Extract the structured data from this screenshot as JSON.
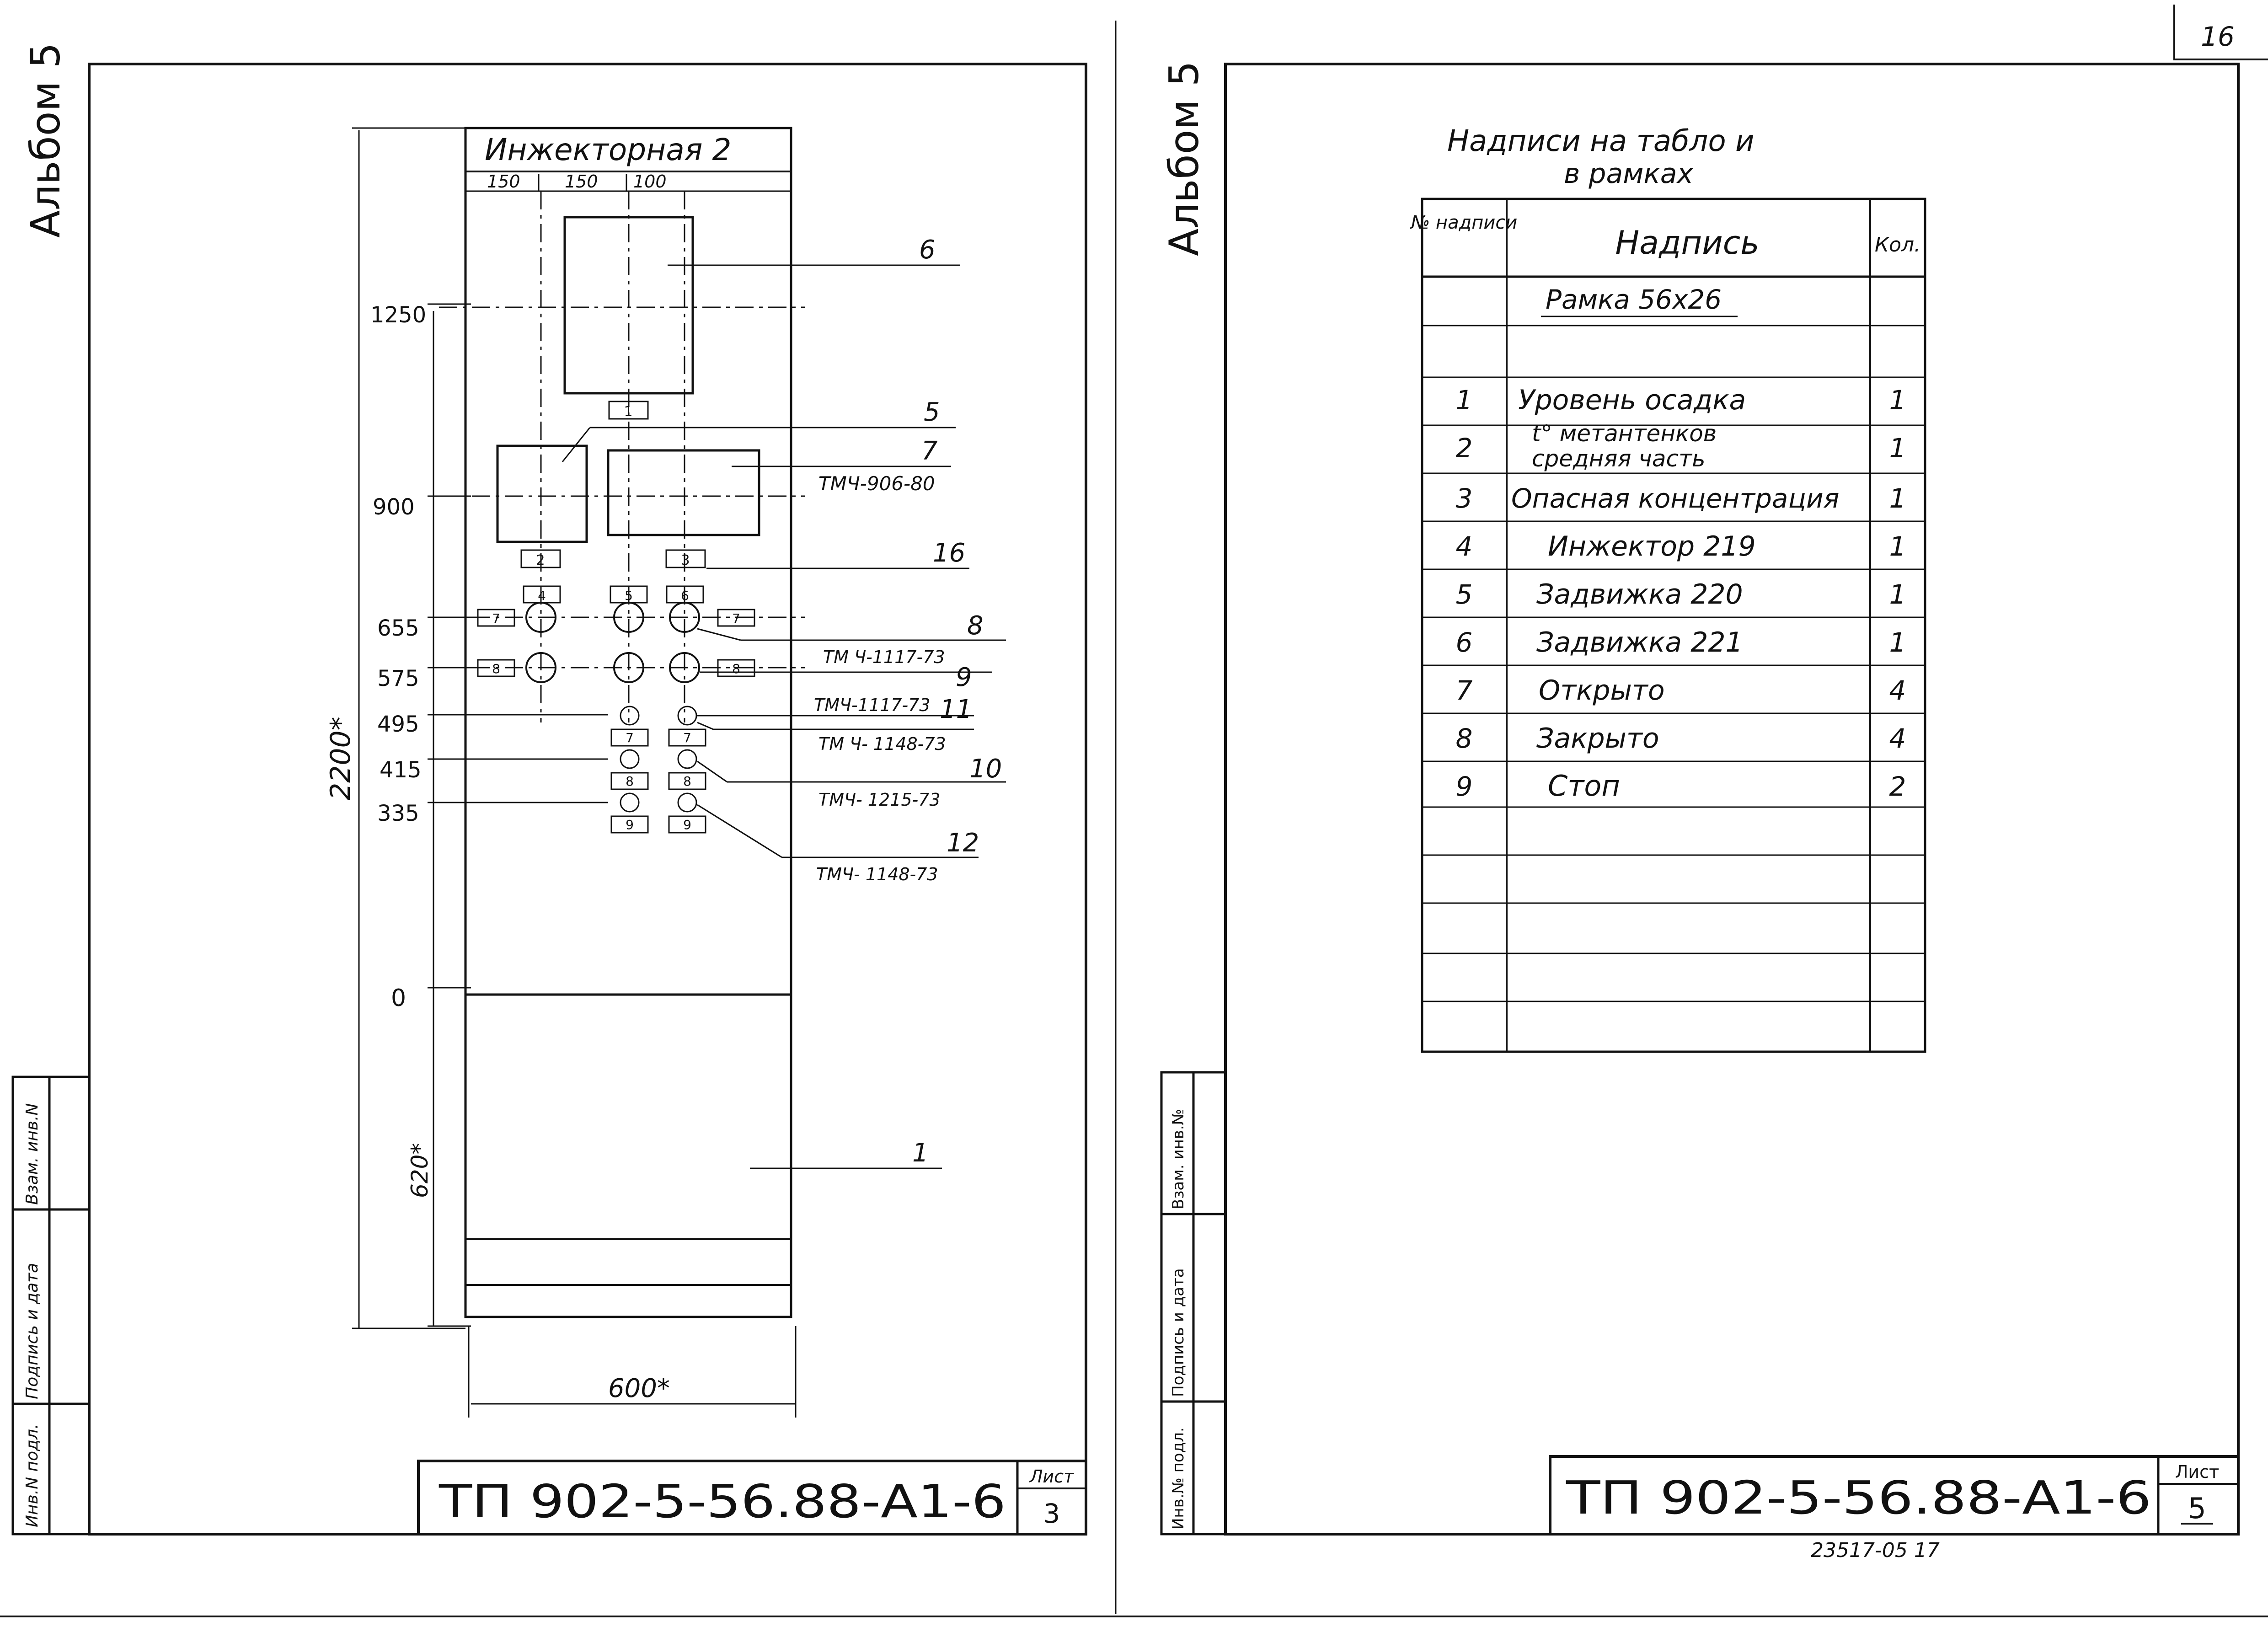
{
  "page_number": "16",
  "left_sheet": {
    "album": "Альбом 5",
    "panel": {
      "title": "Инжекторная 2",
      "top_dims": [
        "150",
        "150",
        "100"
      ],
      "height_dims": [
        "1250",
        "900",
        "655",
        "575",
        "495",
        "415",
        "335",
        "0"
      ],
      "total_height": "2200*",
      "base_height": "620*",
      "width": "600*"
    },
    "frame_tags": {
      "t1": "1",
      "t2": "2",
      "t3": "3",
      "t4": "4",
      "t5": "5",
      "t6": "6",
      "t7": "7",
      "t8": "8",
      "t9": "9"
    },
    "callouts": {
      "c6": "6",
      "c5": "5",
      "c7": "7",
      "code7": "ТМЧ-906-80",
      "c16": "16",
      "c8": "8",
      "code8": "ТМ Ч-1117-73",
      "c9": "9",
      "code9": "ТМЧ-1117-73",
      "c11": "11",
      "code11": "ТМ Ч- 1148-73",
      "c10": "10",
      "code10": "ТМЧ- 1215-73",
      "c12": "12",
      "code12": "ТМЧ- 1148-73",
      "c1": "1"
    },
    "side_stamp": {
      "inv_orig": "Инв.N подл.",
      "sign_date": "Подпись и дата",
      "vzam": "Взам. инв.N"
    },
    "doc_code": "ТП 902-5-56.88-А1-6",
    "sheet_label": "Лист",
    "sheet_no": "3"
  },
  "right_sheet": {
    "album": "Альбом 5",
    "heading_1": "Надписи на табло и",
    "heading_2": "в рамках",
    "table": {
      "headers": {
        "num": "№ надписи",
        "text": "Надпись",
        "qty": "Кол."
      },
      "frame_row": "Рамка 56х26",
      "rows": [
        {
          "n": "1",
          "t": "Уровень осадка",
          "q": "1"
        },
        {
          "n": "2",
          "t": "t° метантенков",
          "t2": "средняя часть",
          "q": "1"
        },
        {
          "n": "3",
          "t": "Опасная концентрация",
          "q": "1"
        },
        {
          "n": "4",
          "t": "Инжектор 219",
          "q": "1"
        },
        {
          "n": "5",
          "t": "Задвижка 220",
          "q": "1"
        },
        {
          "n": "6",
          "t": "Задвижка 221",
          "q": "1"
        },
        {
          "n": "7",
          "t": "Открыто",
          "q": "4"
        },
        {
          "n": "8",
          "t": "Закрыто",
          "q": "4"
        },
        {
          "n": "9",
          "t": "Стоп",
          "q": "2"
        }
      ]
    },
    "side_stamp": {
      "inv_orig": "Инв.№ подл.",
      "sign_date": "Подпись и дата",
      "vzam": "Взам. инв.№"
    },
    "doc_code": "ТП 902-5-56.88-А1-6",
    "sheet_label": "Лист",
    "sheet_no": "5",
    "archive_no": "23517-05   17"
  }
}
